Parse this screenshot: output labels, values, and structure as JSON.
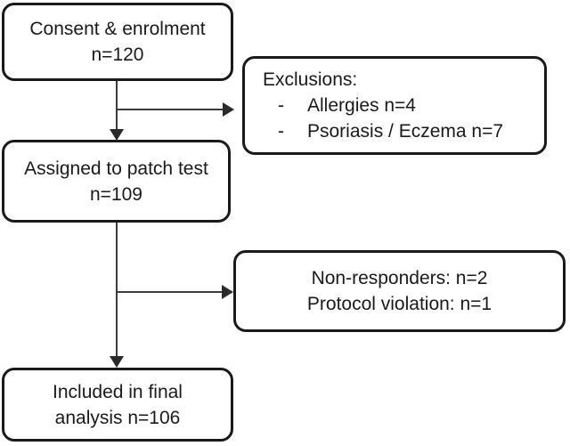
{
  "flowchart": {
    "consent_box": {
      "line1": "Consent & enrolment",
      "line2": "n=120"
    },
    "exclusions_box": {
      "title": "Exclusions:",
      "bullet_marker": "-",
      "item1": "Allergies n=4",
      "item2": "Psoriasis / Eczema n=7"
    },
    "assigned_box": {
      "line1": "Assigned to patch test",
      "line2": "n=109"
    },
    "dropout_box": {
      "line1": "Non-responders: n=2",
      "line2": "Protocol violation: n=1"
    },
    "included_box": {
      "line1": "Included in final",
      "line2": "analysis n=106"
    },
    "colors": {
      "background": "#ffffff",
      "box_border": "#1a1a1a",
      "text": "#1a1a1a",
      "connector_line": "#3c3c3c",
      "arrow_head": "#2a2a2a"
    }
  }
}
